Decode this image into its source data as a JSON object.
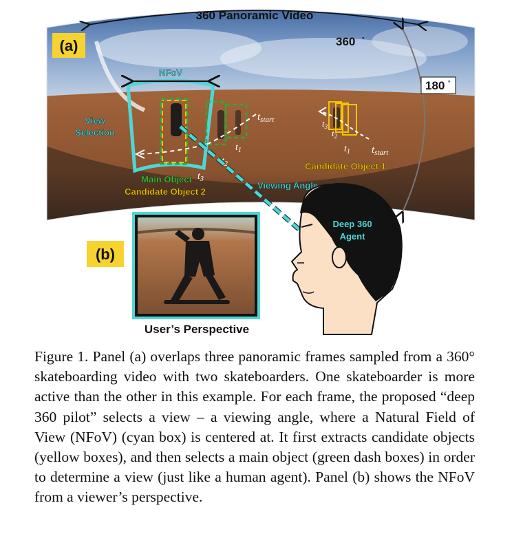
{
  "figure": {
    "title": "360 Panoramic Video",
    "deg360": "360",
    "deg180": "180",
    "deg_mark": "°",
    "panel_a": "(a)",
    "panel_b": "(b)",
    "nfov": "NFoV",
    "view_selection_1": "View",
    "view_selection_2": "Selection",
    "main_object": "Main Object",
    "candidate_2": "Candidate Object 2",
    "candidate_1": "Candidate Object 1",
    "viewing_angle": "Viewing Angle",
    "agent_1": "Deep 360",
    "agent_2": "Agent",
    "users_perspective": "User’s Perspective",
    "t_start": "t",
    "t_start_sub": "start",
    "t1": "t",
    "t1_sub": "1",
    "t2": "t",
    "t2_sub": "2",
    "t3": "t",
    "t3_sub": "3",
    "colors": {
      "cyan": "#4fd6d6",
      "green": "#2fa83a",
      "yellow": "#f2c400",
      "label_bg": "#f7d331"
    }
  },
  "caption": "Figure 1. Panel (a) overlaps three panoramic frames sampled from a 360° skateboarding video with two skateboarders. One skateboarder is more active than the other in this example. For each frame, the proposed “deep 360 pilot” selects a view – a viewing angle, where a Natural Field of View (NFoV) (cyan box) is centered at. It first extracts candidate objects (yellow boxes), and then selects a main object (green dash boxes) in order to determine a view (just like a human agent). Panel (b) shows the NFoV from a viewer’s perspective."
}
